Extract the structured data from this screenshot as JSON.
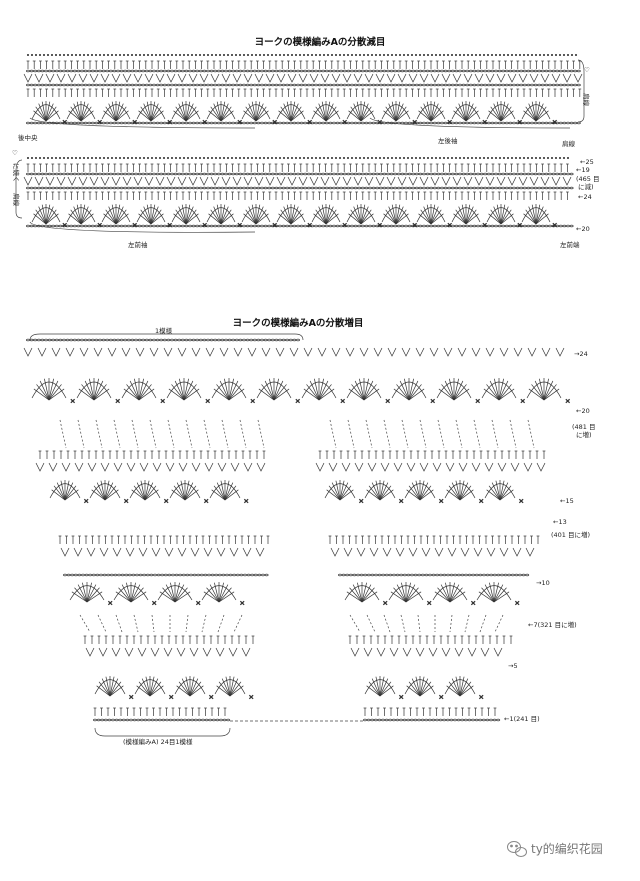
{
  "colors": {
    "ink": "#333333",
    "light": "#555555",
    "watermark": "#888888"
  },
  "top_chart": {
    "title": "ヨークの模様編みAの分散減目",
    "labels": {
      "back_center": "後中央",
      "left_back_sleeve": "左後袖",
      "shoulder_line": "肩線",
      "continue_mark": "♡",
      "continue_text": "に続く",
      "shoulder_bracket": "肩線",
      "left_front_sleeve": "左前袖",
      "left_front_edge": "左前端"
    },
    "row_markers": [
      "25",
      "19",
      "24",
      "20"
    ],
    "decrease_note": [
      "(465 目",
      "に減)"
    ]
  },
  "bottom_chart": {
    "title": "ヨークの模様編みAの分散増目",
    "one_repeat": "1模様",
    "repeat_note": "(模様編みA) 24目1模様",
    "row_markers": [
      "24",
      "20",
      "15",
      "13",
      "10",
      "7(321 目に増)",
      "5",
      "1(241 目)"
    ],
    "increase_notes": [
      [
        "(481 目",
        "に増)"
      ],
      [
        "(401 目に増)"
      ]
    ]
  },
  "watermark": "ty的编织花园",
  "icons": [
    "wechat-icon"
  ]
}
